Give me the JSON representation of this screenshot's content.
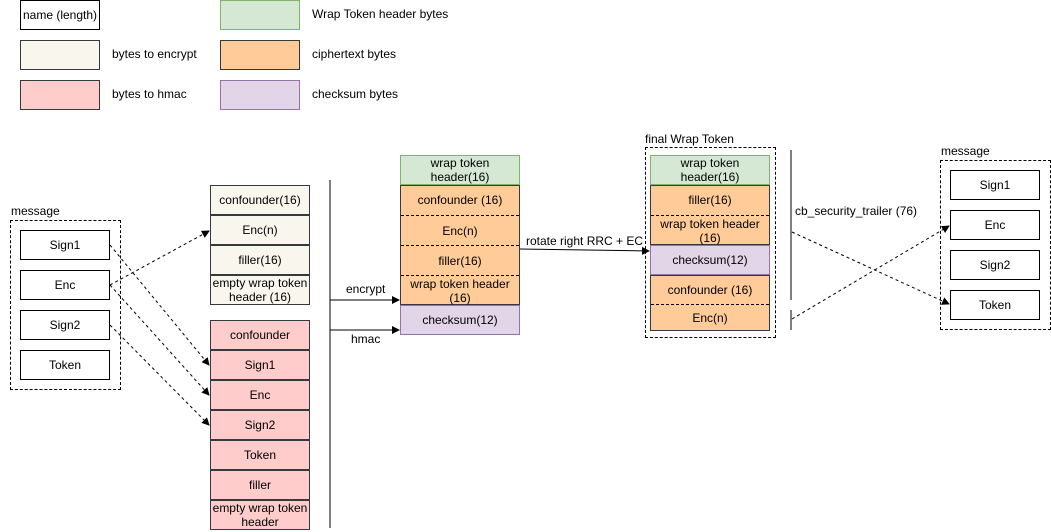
{
  "legend": {
    "name_length": "name (length)",
    "wrap_header": "Wrap Token header bytes",
    "to_encrypt": "bytes to encrypt",
    "ciphertext": "ciphertext bytes",
    "to_hmac": "bytes to hmac",
    "checksum": "checksum bytes"
  },
  "message_left": {
    "label": "message",
    "items": [
      "Sign1",
      "Enc",
      "Sign2",
      "Token"
    ]
  },
  "encrypt_input": [
    "confounder(16)",
    "Enc(n)",
    "filler(16)",
    "empty wrap token header (16)"
  ],
  "hmac_input": [
    "confounder",
    "Sign1",
    "Enc",
    "Sign2",
    "Token",
    "filler",
    "empty wrap token header"
  ],
  "labels": {
    "encrypt": "encrypt",
    "hmac": "hmac",
    "rotate": "rotate right RRC + EC",
    "final_wrap_token": "final Wrap Token",
    "cb_trailer": "cb_security_trailer (76)"
  },
  "wrap_token": {
    "header": "wrap token header(16)",
    "cipher": [
      "confounder (16)",
      "Enc(n)",
      "filler(16)",
      "wrap token header (16)"
    ],
    "checksum": "checksum(12)"
  },
  "final_token": {
    "header": "wrap token header(16)",
    "filler": "filler(16)",
    "wrap_header": "wrap token header (16)",
    "checksum": "checksum(12)",
    "confounder": "confounder (16)",
    "enc": "Enc(n)"
  },
  "message_right": {
    "label": "message",
    "items": [
      "Sign1",
      "Enc",
      "Sign2",
      "Token"
    ]
  },
  "colors": {
    "wrap_header": "#d5e8d4",
    "to_encrypt": "#f9f7ed",
    "ciphertext": "#ffcc99",
    "to_hmac": "#ffcccc",
    "checksum": "#e1d5e7"
  }
}
